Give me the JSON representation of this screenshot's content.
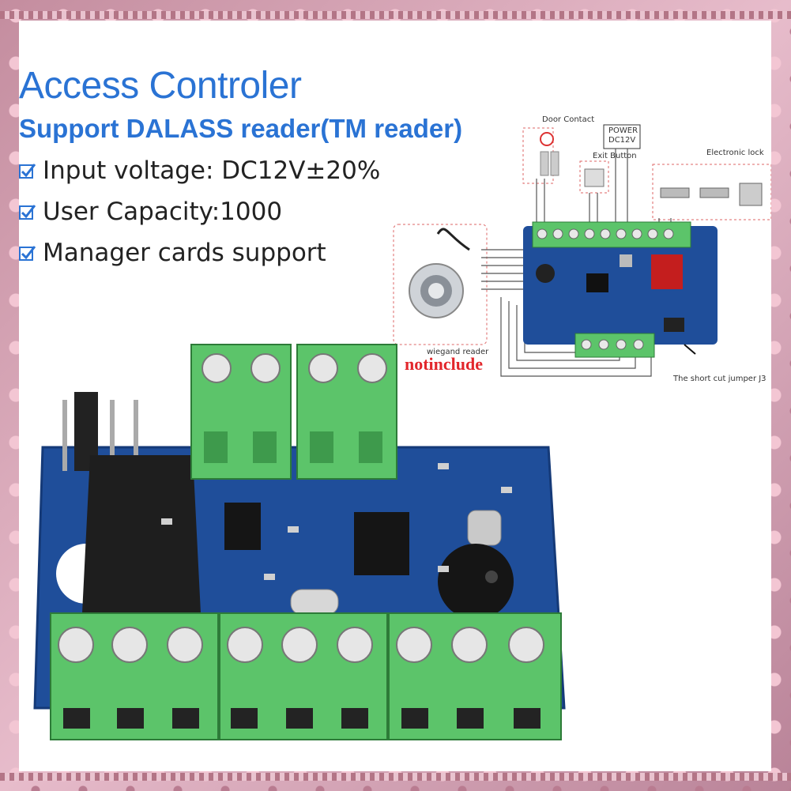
{
  "title": "Access Controler",
  "subtitle": "Support DALASS reader(TM reader)",
  "features": [
    "Input voltage: DC12V±20%",
    "User Capacity:1000",
    "Manager cards support"
  ],
  "diagram": {
    "door_contact": "Door Contact",
    "power_line1": "POWER",
    "power_line2": "DC12V",
    "exit_button": "Exit Button",
    "electronic_lock": "Electronic lock",
    "wiegand_reader": "wiegand reader",
    "not_include": "notinclude",
    "jumper_note": "The short cut jumper J3"
  },
  "colors": {
    "title_blue": "#2a73d4",
    "terminal_green": "#5cc46a",
    "pcb_blue": "#1f4e9a",
    "warning_red": "#e2262b"
  }
}
